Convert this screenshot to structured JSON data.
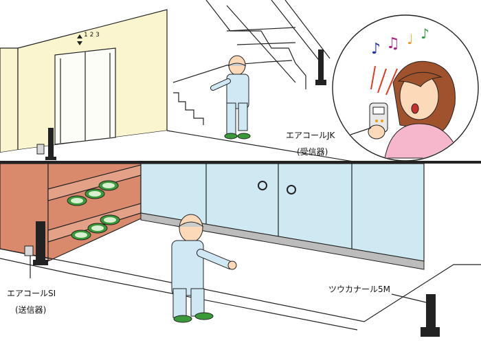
{
  "floor_indicator": "1 2 3",
  "labels": {
    "receiver_name": "エアコールJK",
    "receiver_type": "(受信器)",
    "transmitter_name": "エアコールSI",
    "transmitter_type": "(送信器)",
    "sensor_name": "ツウカナール5M"
  },
  "colors": {
    "wall_cream": "#fbf5cf",
    "shoe_shelf": "#d98a6c",
    "glass": "#cfe9f2",
    "pajama": "#cfe8f4",
    "hair_woman": "#a0522d",
    "skin": "#fbd9b9",
    "woman_shirt": "#f6b6cc"
  },
  "icons": [
    "elevator-arrow-icon",
    "music-note-icon",
    "slipper-icon",
    "sensor-pole-icon"
  ]
}
